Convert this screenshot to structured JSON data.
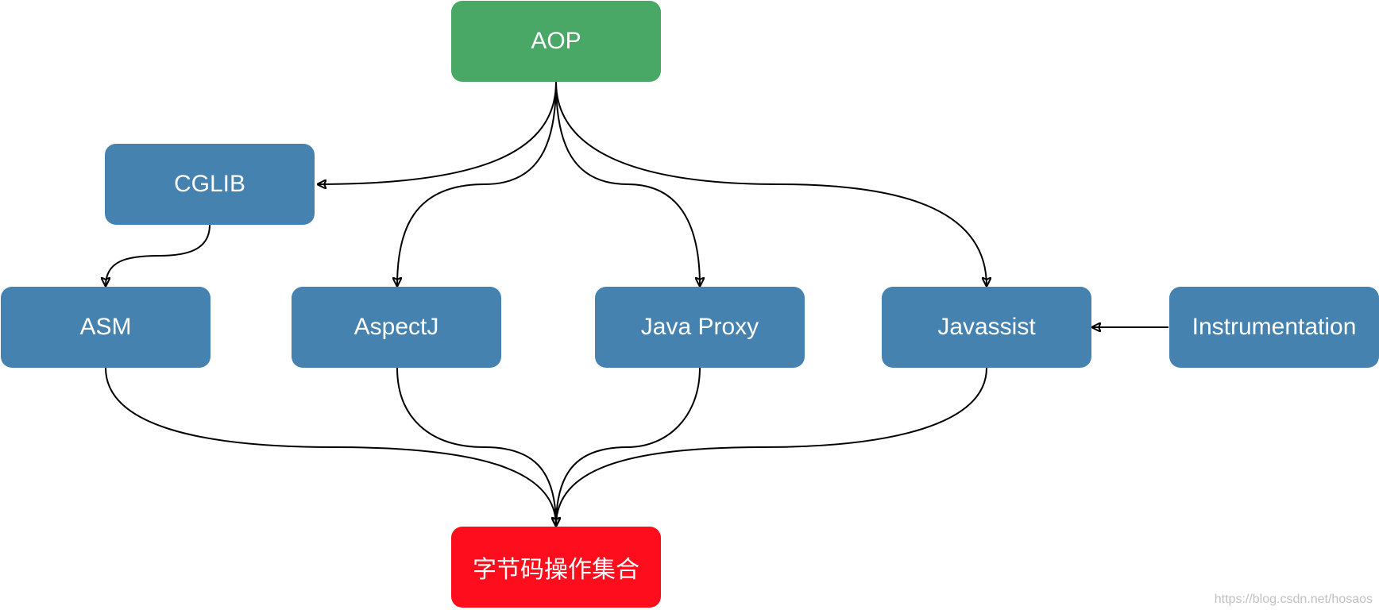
{
  "colors": {
    "root": "#4aa866",
    "library": "#4682b0",
    "target": "#fe0e1c",
    "edge": "#000000"
  },
  "nodes": {
    "aop": "AOP",
    "cglib": "CGLIB",
    "asm": "ASM",
    "aspectj": "AspectJ",
    "java_proxy": "Java Proxy",
    "javassist": "Javassist",
    "instrumentation": "Instrumentation",
    "bytecode": "字节码操作集合"
  },
  "edges": [
    {
      "from": "AOP",
      "to": "CGLIB"
    },
    {
      "from": "AOP",
      "to": "AspectJ"
    },
    {
      "from": "AOP",
      "to": "Java Proxy"
    },
    {
      "from": "AOP",
      "to": "Javassist"
    },
    {
      "from": "CGLIB",
      "to": "ASM"
    },
    {
      "from": "Instrumentation",
      "to": "Javassist"
    },
    {
      "from": "ASM",
      "to": "字节码操作集合"
    },
    {
      "from": "AspectJ",
      "to": "字节码操作集合"
    },
    {
      "from": "Java Proxy",
      "to": "字节码操作集合"
    },
    {
      "from": "Javassist",
      "to": "字节码操作集合"
    }
  ],
  "watermark": "https://blog.csdn.net/hosaos"
}
